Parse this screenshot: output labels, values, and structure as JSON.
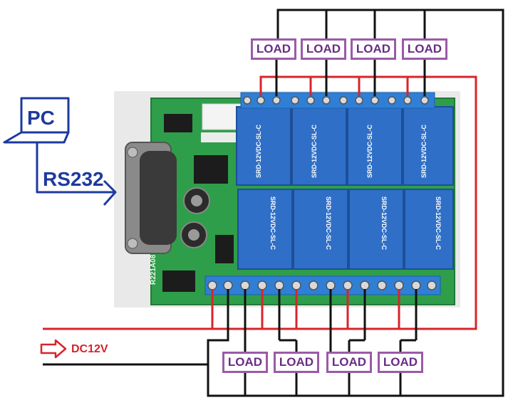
{
  "diagram": {
    "pc_label": "PC",
    "rs232_label": "RS232",
    "power_label": "DC12V",
    "board_model": "R221A08",
    "relay_marking": "SRD-12VDC-SL-C",
    "loads_top": [
      "LOAD",
      "LOAD",
      "LOAD",
      "LOAD"
    ],
    "loads_bottom": [
      "LOAD",
      "LOAD",
      "LOAD",
      "LOAD"
    ],
    "colors": {
      "board": "#2f9e4a",
      "relay": "#2f6fc7",
      "terminal": "#2f7fd6",
      "power_wire": "#d8242b",
      "load_wire": "#111111",
      "load_border": "#9b5aa8",
      "pc_blue": "#1e3a9e"
    }
  }
}
